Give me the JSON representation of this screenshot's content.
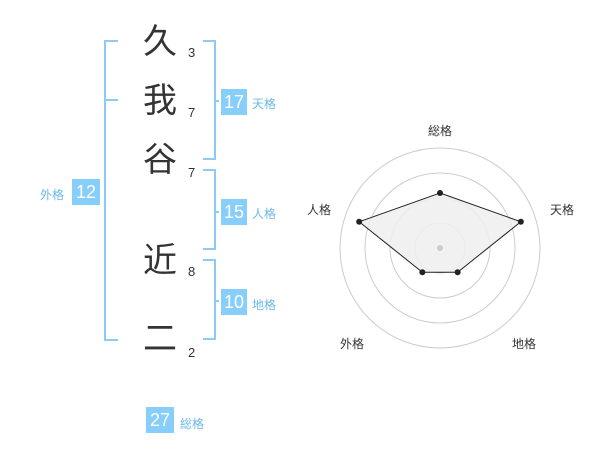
{
  "name": {
    "characters": [
      {
        "char": "久",
        "strokes": "3"
      },
      {
        "char": "我",
        "strokes": "7"
      },
      {
        "char": "谷",
        "strokes": "7"
      },
      {
        "char": "近",
        "strokes": "8"
      },
      {
        "char": "二",
        "strokes": "2"
      }
    ]
  },
  "scores": {
    "tenkaku": {
      "value": "17",
      "label": "天格"
    },
    "jinkaku": {
      "value": "15",
      "label": "人格"
    },
    "chikaku": {
      "value": "10",
      "label": "地格"
    },
    "gaikaku": {
      "value": "12",
      "label": "外格"
    },
    "soukaku": {
      "value": "27",
      "label": "総格"
    }
  },
  "chart_data": {
    "type": "radar",
    "axes": [
      "総格",
      "天格",
      "地格",
      "外格",
      "人格"
    ],
    "values": [
      0.55,
      0.85,
      0.3,
      0.3,
      0.85
    ],
    "rings": 4,
    "colors": {
      "fill": "#efefef",
      "line": "#222222",
      "rings": "#cccccc",
      "center": "#cccccc"
    }
  },
  "colors": {
    "accent": "#87cefa",
    "bracket": "#8ccbf5",
    "label": "#6bb8ea"
  }
}
